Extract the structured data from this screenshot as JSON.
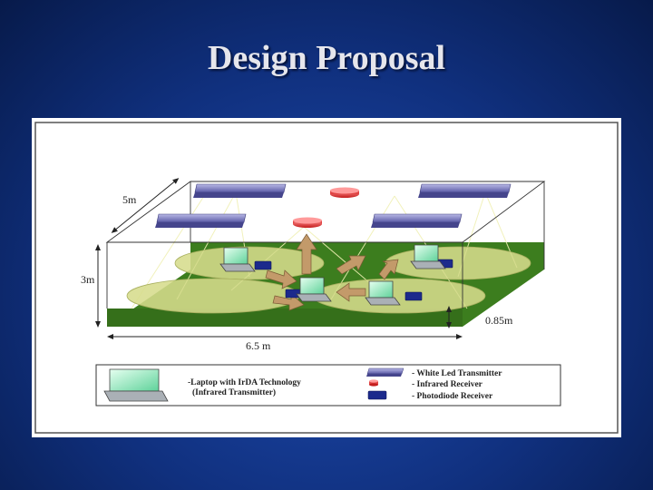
{
  "slide": {
    "title": "Design Proposal"
  },
  "diagram": {
    "dimensions": {
      "depth": "5m",
      "height": "3m",
      "width": "6.5 m",
      "table_height": "0.85m"
    },
    "legend": {
      "laptop_line1": "-Laptop with IrDA Technology",
      "laptop_line2": "(Infrared Transmitter)",
      "led": "- White Led Transmitter",
      "ir_receiver": "- Infrared Receiver",
      "photodiode": "- Photodiode Receiver"
    },
    "colors": {
      "led": "#7c7cc4",
      "ir_receiver": "#d82a2a",
      "photodiode": "#1c2a8c",
      "floor": "#3c7d1e",
      "coverage": "#d6dc8c",
      "arrow": "#c39a6a"
    }
  }
}
